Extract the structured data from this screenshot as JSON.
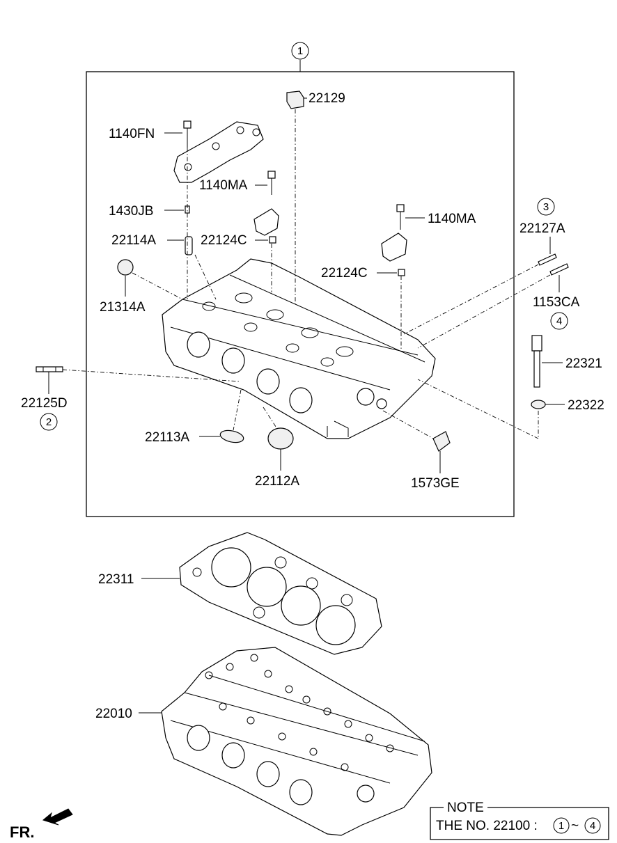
{
  "labels": {
    "p22129": "22129",
    "p1140FN": "1140FN",
    "p1140MA_a": "1140MA",
    "p1430JB": "1430JB",
    "p1140MA_b": "1140MA",
    "p22114A": "22114A",
    "p22124C_a": "22124C",
    "p22124C_b": "22124C",
    "p22127A": "22127A",
    "p1153CA": "1153CA",
    "p21314A": "21314A",
    "p22125D": "22125D",
    "p22321": "22321",
    "p22322": "22322",
    "p22113A": "22113A",
    "p22112A": "22112A",
    "p1573GE": "1573GE",
    "p22311": "22311",
    "p22010": "22010"
  },
  "circled": {
    "c1": "1",
    "c2": "2",
    "c3": "3",
    "c4": "4"
  },
  "note": {
    "title": "NOTE",
    "text": "THE NO. 22100 :",
    "range_start": "1",
    "range_sep": "~",
    "range_end": "4"
  },
  "front_label": "FR."
}
